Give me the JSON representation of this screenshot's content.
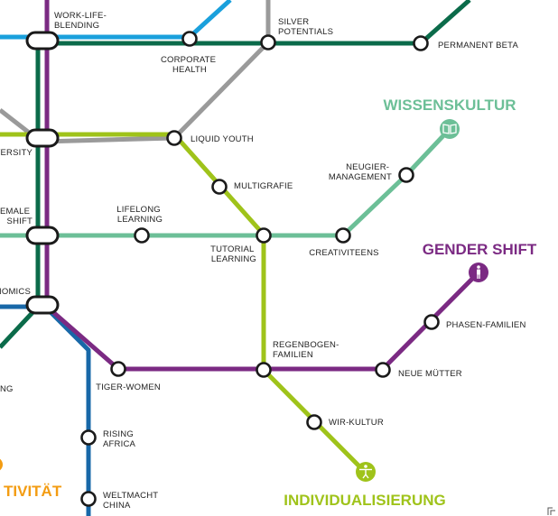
{
  "colors": {
    "purple": "#7b2a83",
    "green_light": "#9fc31a",
    "mint": "#6cbf97",
    "dark_green": "#0b6b4a",
    "blue_light": "#1aa0dc",
    "blue_dark": "#1868a8",
    "gray": "#9a9a9a",
    "orange": "#f39c12",
    "station_stroke": "#1a1a1a",
    "label_text": "#222222"
  },
  "megatrends": {
    "wissenskultur": {
      "label": "WISSENSKULTUR",
      "icon": "book-icon"
    },
    "gender_shift": {
      "label": "GENDER SHIFT",
      "icon": "person-icon"
    },
    "individualisierung": {
      "label": "INDIVIDUALISIERUNG",
      "icon": "person-arms-open-icon"
    },
    "partial_orange": {
      "label": "TIVITÄT"
    }
  },
  "stations": {
    "work_life_blending": [
      "WORK-LIFE-",
      "BLENDING"
    ],
    "silver_potentials": [
      "SILVER",
      "POTENTIALS"
    ],
    "corporate_health": [
      "CORPORATE",
      "HEALTH"
    ],
    "permanent_beta": [
      "PERMANENT BETA"
    ],
    "university_partial": [
      "VERSITY"
    ],
    "liquid_youth": [
      "LIQUID YOUTH"
    ],
    "multigrafie": [
      "MULTIGRAFIE"
    ],
    "neugier_management": [
      "NEUGIER-",
      "MANAGEMENT"
    ],
    "female_shift": [
      "FEMALE",
      "SHIFT"
    ],
    "lifelong_learning": [
      "LIFELONG",
      "LEARNING"
    ],
    "tutorial_learning": [
      "TUTORIAL",
      "LEARNING"
    ],
    "creativiteens": [
      "CREATIVITEENS"
    ],
    "economics_partial": [
      "NOMICS"
    ],
    "phasen_familien": [
      "PHASEN-FAMILIEN"
    ],
    "regenbogen_familien": [
      "REGENBOGEN-",
      "FAMILIEN"
    ],
    "tiger_women": [
      "TIGER-WOMEN"
    ],
    "neue_muetter": [
      "NEUE MÜTTER"
    ],
    "ng_partial": [
      "NG"
    ],
    "wir_kultur": [
      "WIR-KULTUR"
    ],
    "rising_africa": [
      "RISING",
      "AFRICA"
    ],
    "weltmacht_china": [
      "WELTMACHT",
      "CHINA"
    ]
  }
}
